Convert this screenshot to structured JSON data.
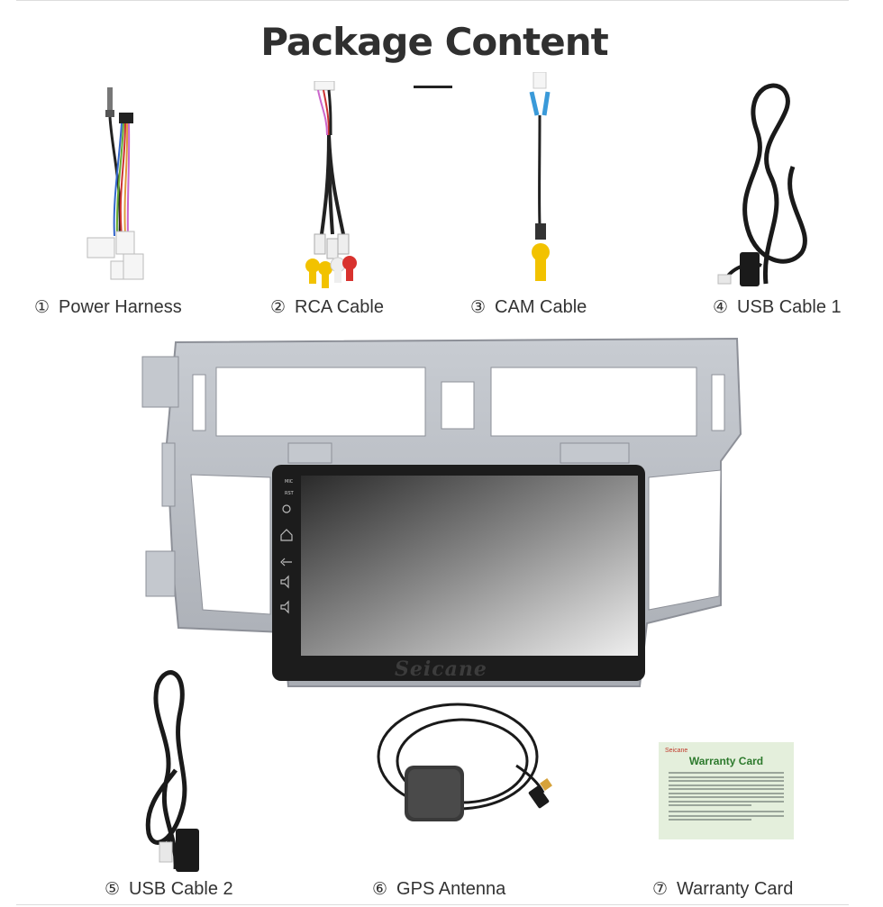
{
  "page": {
    "title": "Package Content",
    "brand": "Seicane"
  },
  "items": [
    {
      "number": "①",
      "label": "Power Harness"
    },
    {
      "number": "②",
      "label": "RCA Cable"
    },
    {
      "number": "③",
      "label": "CAM Cable"
    },
    {
      "number": "④",
      "label": "USB Cable 1"
    },
    {
      "number": "⑤",
      "label": "USB Cable 2"
    },
    {
      "number": "⑥",
      "label": "GPS Antenna"
    },
    {
      "number": "⑦",
      "label": "Warranty Card"
    }
  ],
  "warranty_card": {
    "brand": "Seicane",
    "title": "Warranty Card"
  },
  "head_unit": {
    "buttons": [
      "MIC",
      "RST"
    ],
    "icons": [
      "power-icon",
      "home-icon",
      "back-icon",
      "volume-up-icon",
      "volume-down-icon"
    ]
  },
  "colors": {
    "title": "#303030",
    "frame": "#b8bcc4",
    "screen": "#202020",
    "card_bg": "#e4efdc",
    "card_title": "#2d7a2d",
    "rca_yellow": "#f2c200",
    "rca_red": "#d8322e",
    "rca_white": "#eeeeee",
    "usb_black": "#1a1a1a"
  }
}
